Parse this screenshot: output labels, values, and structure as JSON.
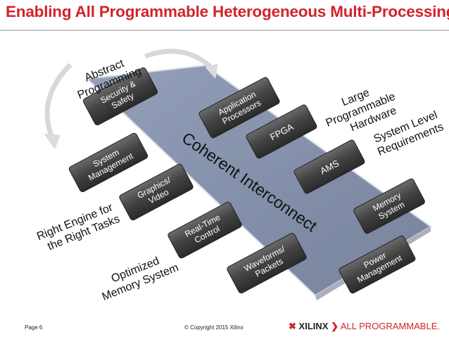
{
  "title": "Enabling All Programmable Heterogeneous Multi-Processing",
  "center_label": "Coherent Interconnect",
  "blocks": {
    "security": [
      "Security &",
      "Safety"
    ],
    "app_proc": [
      "Application",
      "Processors"
    ],
    "fpga": [
      "FPGA"
    ],
    "ams": [
      "AMS"
    ],
    "memsys": [
      "Memory",
      "System"
    ],
    "power": [
      "Power",
      "Management"
    ],
    "sysmgmt": [
      "System",
      "Management"
    ],
    "graphics": [
      "Graphics/",
      "Video"
    ],
    "realtime": [
      "Real-Time",
      "Control"
    ],
    "waveforms": [
      "Waveforms/",
      "Packets"
    ]
  },
  "callouts": {
    "abstract": [
      "Abstract",
      "Programming"
    ],
    "large_hw": [
      "Large",
      "Programmable",
      "Hardware"
    ],
    "syslevel": [
      "System Level",
      "Requirements"
    ],
    "right_engine": [
      "Right Engine for",
      "the Right Tasks"
    ],
    "optimized": [
      "Optimized",
      "Memory System"
    ]
  },
  "footer": {
    "page": "Page 6",
    "copyright": "© Copyright 2015 Xilinx",
    "logo_name": "XILINX",
    "logo_tag": "ALL PROGRAMMABLE."
  },
  "colors": {
    "title": "#d2232a",
    "plate": "#7d8aa6",
    "block_top": "#5a5a5a",
    "block_bottom": "#2e2e2e"
  }
}
